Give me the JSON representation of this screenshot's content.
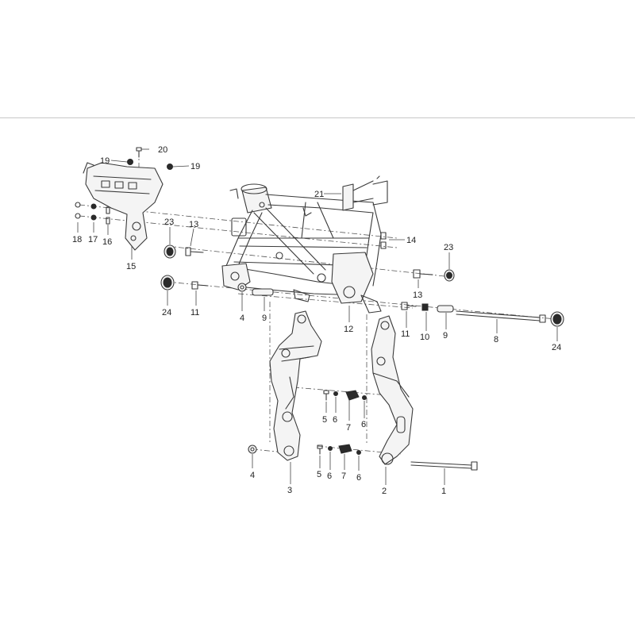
{
  "callouts": {
    "c1": "1",
    "c2": "2",
    "c3": "3",
    "c4a": "4",
    "c4b": "4",
    "c5a": "5",
    "c5b": "5",
    "c6a": "6",
    "c6b": "6",
    "c6c": "6",
    "c6d": "6",
    "c7a": "7",
    "c7b": "7",
    "c8": "8",
    "c9a": "9",
    "c9b": "9",
    "c10": "10",
    "c11a": "11",
    "c11b": "11",
    "c12": "12",
    "c13a": "13",
    "c13b": "13",
    "c14": "14",
    "c15": "15",
    "c16": "16",
    "c17": "17",
    "c18": "18",
    "c19a": "19",
    "c19b": "19",
    "c20": "20",
    "c21": "21",
    "c23a": "23",
    "c23b": "23",
    "c24a": "24",
    "c24b": "24"
  },
  "colors": {
    "line": "#3a3a3a",
    "background": "#ffffff",
    "rule": "#c8c8c8"
  }
}
